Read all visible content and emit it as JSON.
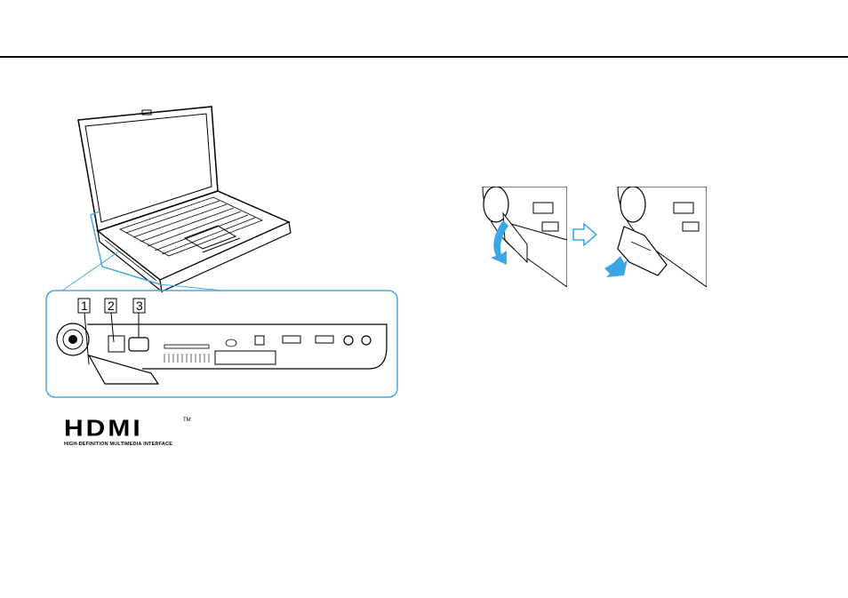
{
  "callouts": [
    "1",
    "2",
    "3"
  ],
  "hdmi_logo": {
    "word": "HDMI",
    "trademark": "TM",
    "tagline": "HIGH-DEFINITION MULTIMEDIA INTERFACE"
  },
  "colors": {
    "highlight_frame": "#4aa8e0",
    "arrow_fill": "#3aa6e6",
    "line": "#000000"
  },
  "icons": [
    "laptop-illustration",
    "port-cover-rotate-arrow",
    "next-step-arrow",
    "pull-out-arrow"
  ]
}
